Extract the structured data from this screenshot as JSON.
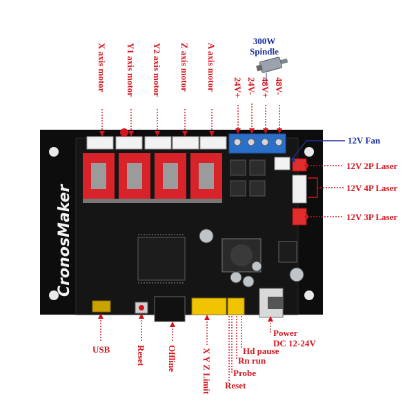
{
  "top_labels": {
    "x_axis_motor": "X axis motor",
    "y1_axis_motor": "Y1 axis motor",
    "y2_axis_motor": "Y2 axis motor",
    "z_axis_motor": "Z axis motor",
    "a_axis_motor": "A axis motor"
  },
  "spindle": {
    "line1": "300W",
    "line2": "Spindle"
  },
  "power_terminals": {
    "t1": "24V+",
    "t2": "24V-",
    "t3": "48V+",
    "t4": "48V-"
  },
  "right_labels": {
    "fan": "12V Fan",
    "laser_2p": "12V 2P Laser",
    "laser_4p": "12V 4P Laser",
    "laser_3p": "12V 3P Laser"
  },
  "bottom_labels": {
    "usb": "USB",
    "reset_button": "Reset",
    "offline": "Offline",
    "xyz_limit": "X Y Z Limit",
    "probe": "Probe",
    "reset_pin": "Reset",
    "rn_run": "Rn run",
    "hd_pause": "Hd pause",
    "power_line1": "Power",
    "power_line2": "DC 12-24V"
  },
  "board": {
    "brand": "CronosMaker"
  },
  "colors": {
    "label_red": "#d4141c",
    "label_blue": "#1a2f9e",
    "board_black": "#111111",
    "driver_red": "#d8232a",
    "terminal_blue": "#2b6fc9"
  }
}
